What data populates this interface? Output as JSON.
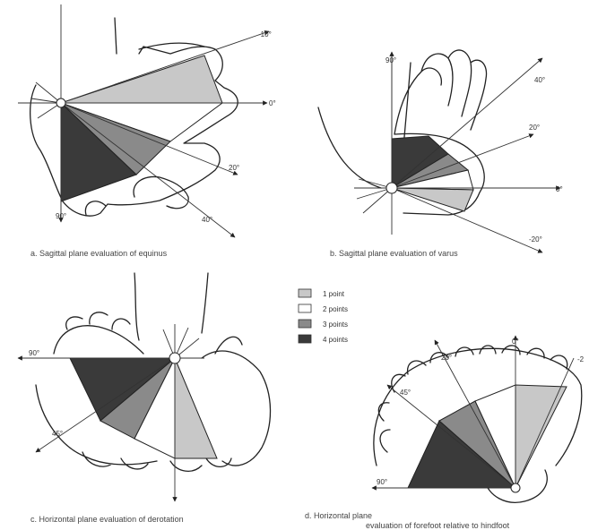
{
  "panels": {
    "a": {
      "caption": "a. Sagittal plane evaluation of equinus",
      "labels": {
        "top_right": "-10°",
        "right": "0°",
        "lower_right": "20°",
        "lower": "40°",
        "bottom": "90°"
      }
    },
    "b": {
      "caption": "b. Sagittal plane evaluation of varus",
      "labels": {
        "top": "90°",
        "upper": "40°",
        "mid": "20°",
        "right": "0°",
        "lower": "-20°"
      }
    },
    "c": {
      "caption": "c. Horizontal plane evaluation of derotation",
      "labels": {
        "left": "90°",
        "lower_left": "45°"
      }
    },
    "d": {
      "caption_line1": "d. Horizontal plane",
      "caption_line2": "evaluation of forefoot relative to hindfoot",
      "labels": {
        "top": "0°",
        "upper_left": "20°",
        "left_upper": "45°",
        "left": "90°",
        "right": "-2"
      }
    }
  },
  "legend": [
    {
      "label": "1 point",
      "color": "#c8c8c8"
    },
    {
      "label": "2 points",
      "color": "#ffffff"
    },
    {
      "label": "3 points",
      "color": "#8a8a8a"
    },
    {
      "label": "4 points",
      "color": "#3a3a3a"
    }
  ]
}
